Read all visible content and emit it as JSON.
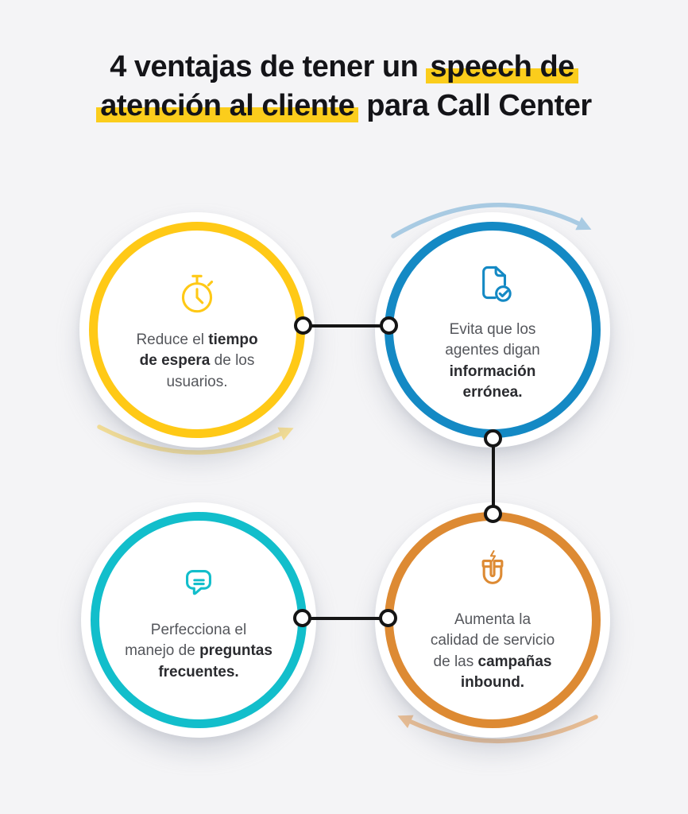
{
  "colors": {
    "background": "#F4F4F6",
    "title_text": "#141418",
    "highlight": "#FBCD1C",
    "text": "#55575C",
    "text_bold": "#2A2B2F",
    "connector": "#151515",
    "yellow": "#FFC916",
    "blue": "#1489C4",
    "teal": "#12BECB",
    "orange": "#DD8A33",
    "arrow_blue": "#A9CBE3",
    "arrow_yellow": "#F6DF94",
    "arrow_orange": "#ECBE91"
  },
  "title": {
    "line1_pre": "4 ventajas de tener un ",
    "line1_highlight": "speech de",
    "line2_highlight": "atención al cliente",
    "line2_post": " para Call Center"
  },
  "circles": [
    {
      "id": "reduce-tiempo-espera",
      "icon": "stopwatch-icon",
      "lines": [
        {
          "segs": [
            {
              "t": "Reduce el "
            },
            {
              "t": "tiempo",
              "b": true
            }
          ]
        },
        {
          "segs": [
            {
              "t": "de espera",
              "b": true
            },
            {
              "t": " de los"
            }
          ]
        },
        {
          "segs": [
            {
              "t": "usuarios."
            }
          ]
        }
      ]
    },
    {
      "id": "evita-informacion-erronea",
      "icon": "document-check-icon",
      "lines": [
        {
          "segs": [
            {
              "t": "Evita que los"
            }
          ]
        },
        {
          "segs": [
            {
              "t": "agentes digan"
            }
          ]
        },
        {
          "segs": [
            {
              "t": "información",
              "b": true
            }
          ]
        },
        {
          "segs": [
            {
              "t": "errónea.",
              "b": true
            }
          ]
        }
      ]
    },
    {
      "id": "perfecciona-preguntas-frecuentes",
      "icon": "chat-bubble-icon",
      "lines": [
        {
          "segs": [
            {
              "t": "Perfecciona el"
            }
          ]
        },
        {
          "segs": [
            {
              "t": "manejo de "
            },
            {
              "t": "preguntas",
              "b": true
            }
          ]
        },
        {
          "segs": [
            {
              "t": "frecuentes.",
              "b": true
            }
          ]
        }
      ]
    },
    {
      "id": "aumenta-calidad-inbound",
      "icon": "magnet-icon",
      "lines": [
        {
          "segs": [
            {
              "t": "Aumenta la"
            }
          ]
        },
        {
          "segs": [
            {
              "t": "calidad de servicio"
            }
          ]
        },
        {
          "segs": [
            {
              "t": "de las "
            },
            {
              "t": "campañas",
              "b": true
            }
          ]
        },
        {
          "segs": [
            {
              "t": "inbound.",
              "b": true
            }
          ]
        }
      ]
    }
  ]
}
